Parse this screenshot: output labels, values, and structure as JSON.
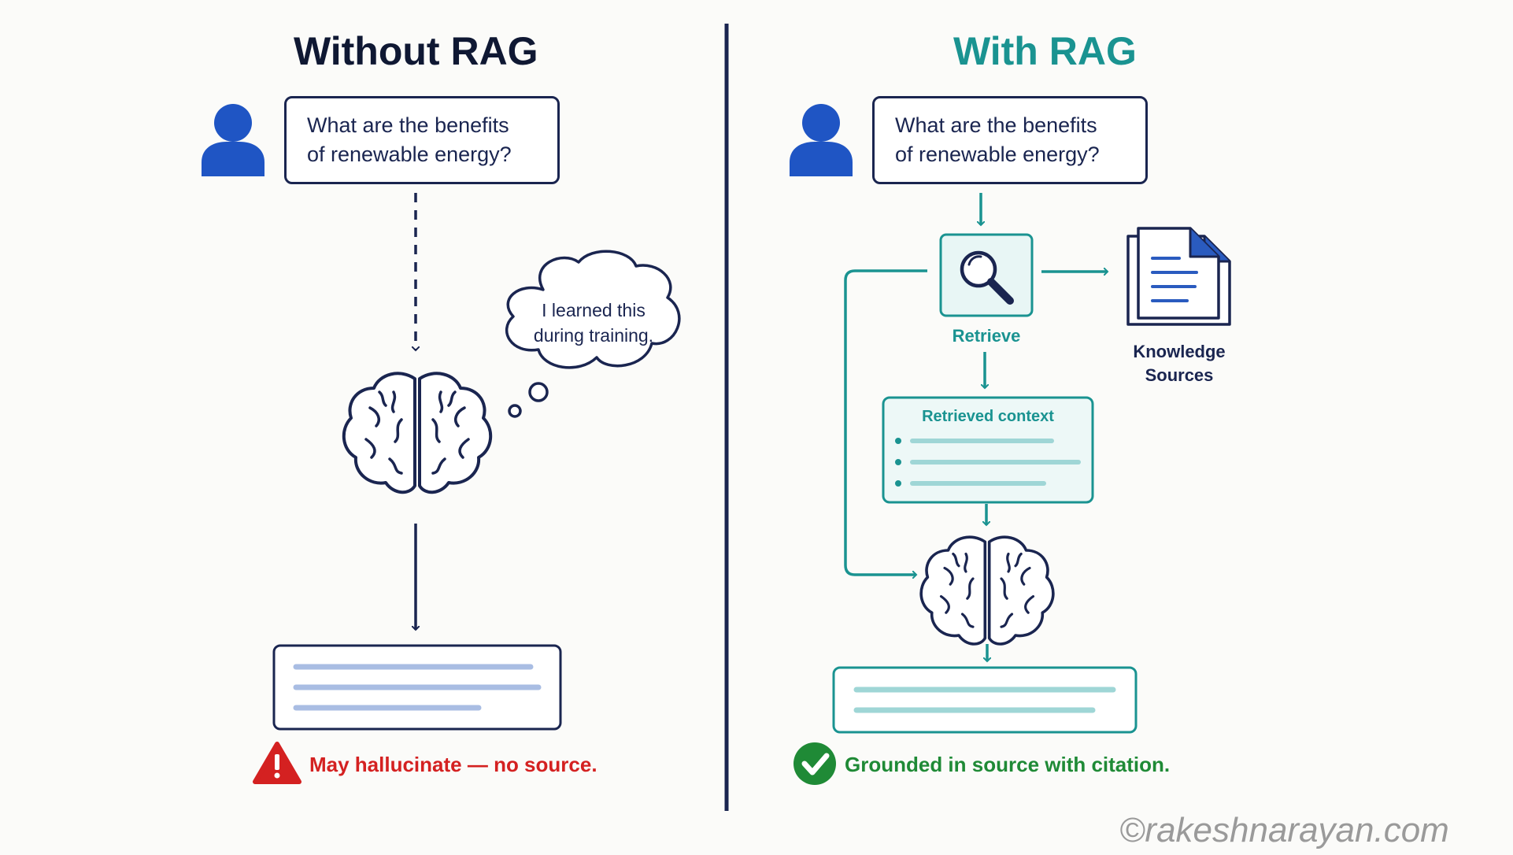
{
  "left": {
    "title": "Without RAG",
    "question_line1": "What are the benefits",
    "question_line2": "of renewable energy?",
    "thought_line1": "I learned this",
    "thought_line2": "during training.",
    "status": "May hallucinate — no source."
  },
  "right": {
    "title": "With RAG",
    "question_line1": "What are the benefits",
    "question_line2": "of renewable energy?",
    "retrieve_label": "Retrieve",
    "knowledge_line1": "Knowledge",
    "knowledge_line2": "Sources",
    "context_title": "Retrieved context",
    "status": "Grounded in source with citation."
  },
  "watermark": "©rakeshnarayan.com",
  "colors": {
    "navy": "#1a2550",
    "teal": "#1a9391",
    "blue_icon": "#1f55c4",
    "red": "#d42121",
    "green": "#1f8a36",
    "answer_line_left": "#a9bde3",
    "answer_line_right": "#9fd6d6"
  },
  "icons": [
    "user-icon",
    "brain-icon",
    "magnifier-icon",
    "documents-icon",
    "warning-icon",
    "check-icon",
    "thought-cloud"
  ]
}
